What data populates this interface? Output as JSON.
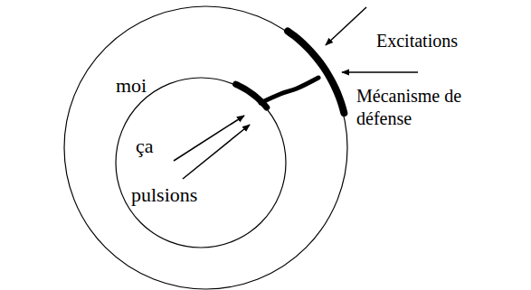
{
  "diagram": {
    "nodes": [
      {
        "text": [
          "moi"
        ]
      },
      {
        "text": [
          "ça",
          "pulsions"
        ],
        "in": 0
      }
    ],
    "labels": [
      "Excitations",
      "Mécanisme de défense"
    ]
  }
}
